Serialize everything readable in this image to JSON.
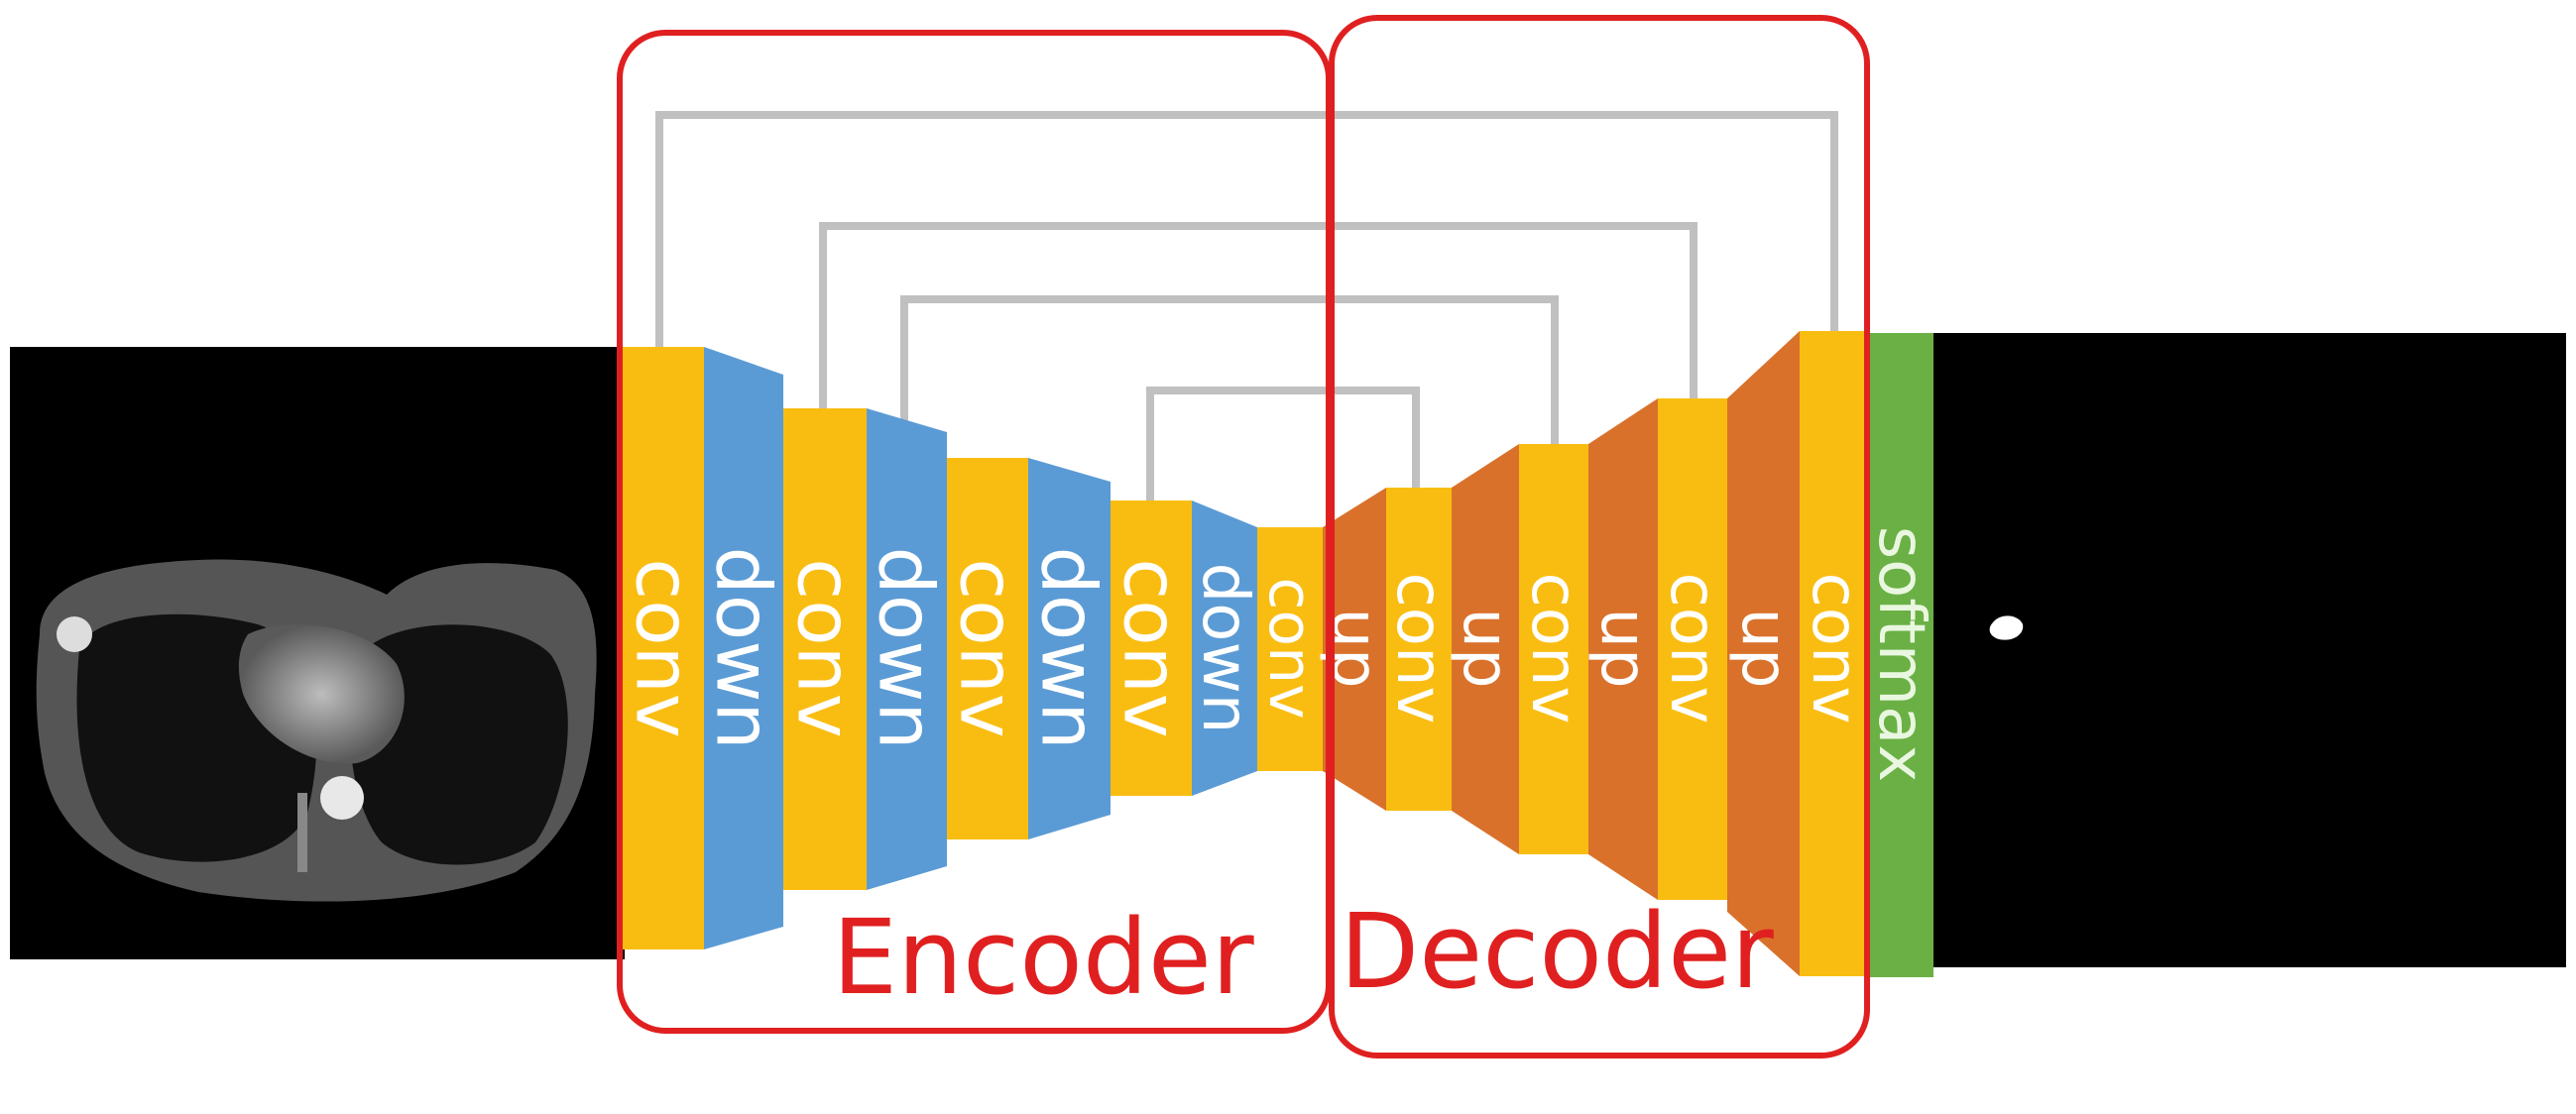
{
  "encoder_label": "Encoder",
  "decoder_label": "Decoder",
  "layers": {
    "enc_conv_1": "conv",
    "enc_down_1": "down",
    "enc_conv_2": "conv",
    "enc_down_2": "down",
    "enc_conv_3": "conv",
    "enc_down_3": "down",
    "enc_conv_4": "conv",
    "enc_down_4": "down",
    "bottleneck_conv": "conv",
    "dec_up_1": "up",
    "dec_conv_1": "conv",
    "dec_up_2": "up",
    "dec_conv_2": "conv",
    "dec_up_3": "up",
    "dec_conv_3": "conv",
    "dec_up_4": "up",
    "dec_conv_4": "conv",
    "softmax": "softmax"
  },
  "colors": {
    "conv": "#f9bd12",
    "down": "#5b9bd5",
    "up": "#d9712b",
    "softmax": "#6ab045",
    "region_box": "#e02020",
    "skip": "#c0c0c0",
    "text_light": "#ffffff",
    "text_on_softmax": "#eaf7e0"
  }
}
